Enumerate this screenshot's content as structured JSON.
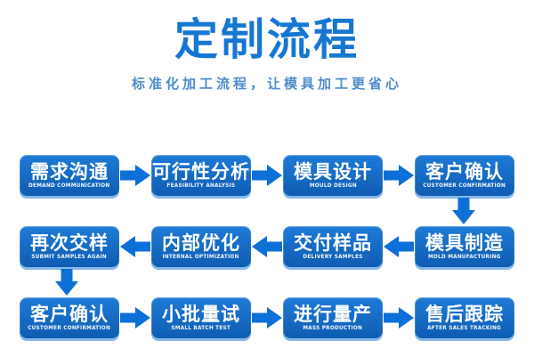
{
  "colors": {
    "background": "#ffffff",
    "title": "#1677d3",
    "subtitle": "#4e8ccc",
    "box-top": "#1e7bd7",
    "box-bottom": "#0e5cb2",
    "arrow": "#0d6fd8"
  },
  "header": {
    "title": "定制流程",
    "subtitle": "标准化加工流程，让模具加工更省心"
  },
  "flow": {
    "rows": [
      {
        "direction": "right",
        "boxes": [
          {
            "zh": "需求沟通",
            "en": "DEMAND COMMUNICATION"
          },
          {
            "zh": "可行性分析",
            "en": "FEASIBILITY ANALYSIS"
          },
          {
            "zh": "模具设计",
            "en": "MOULD DESIGN"
          },
          {
            "zh": "客户确认",
            "en": "CUSTOMER CONFIRMATION"
          }
        ]
      },
      {
        "direction": "left",
        "boxes": [
          {
            "zh": "再次交样",
            "en": "SUBMIT SAMPLES AGAIN"
          },
          {
            "zh": "内部优化",
            "en": "INTERNAL OPTIMIZATION"
          },
          {
            "zh": "交付样品",
            "en": "DELIVERY SAMPLES"
          },
          {
            "zh": "模具制造",
            "en": "MOLD MANUFACTURING"
          }
        ]
      },
      {
        "direction": "right",
        "boxes": [
          {
            "zh": "客户确认",
            "en": "CUSTOMER CONFIRMATION"
          },
          {
            "zh": "小批量试",
            "en": "SMALL BATCH TEST"
          },
          {
            "zh": "进行量产",
            "en": "MASS PRODUCTION"
          },
          {
            "zh": "售后跟踪",
            "en": "AFTER SALES TRACKING"
          }
        ]
      }
    ]
  }
}
